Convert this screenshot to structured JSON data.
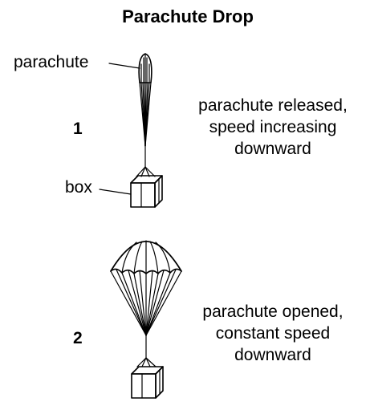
{
  "title": "Parachute Drop",
  "labels": {
    "parachute": "parachute",
    "box": "box"
  },
  "stages": [
    {
      "number": "1",
      "description": [
        "parachute released,",
        "speed increasing",
        "downward"
      ]
    },
    {
      "number": "2",
      "description": [
        "parachute opened,",
        "constant speed",
        "downward"
      ]
    }
  ]
}
